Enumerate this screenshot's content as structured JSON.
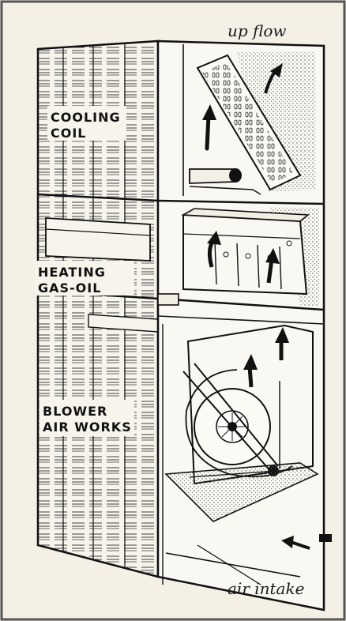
{
  "labels": {
    "up_flow": "up flow",
    "cooling_line1": "COOLING",
    "cooling_line2": "COIL",
    "heating_line1": "HEATING",
    "heating_line2": "GAS-OIL",
    "blower_line1": "BLOWER",
    "blower_line2": "AIR WORKS",
    "air_intake": "air intake"
  },
  "colors": {
    "paper": "#f4f0e6",
    "ink": "#111111",
    "stipple": "#c9c2b2"
  }
}
